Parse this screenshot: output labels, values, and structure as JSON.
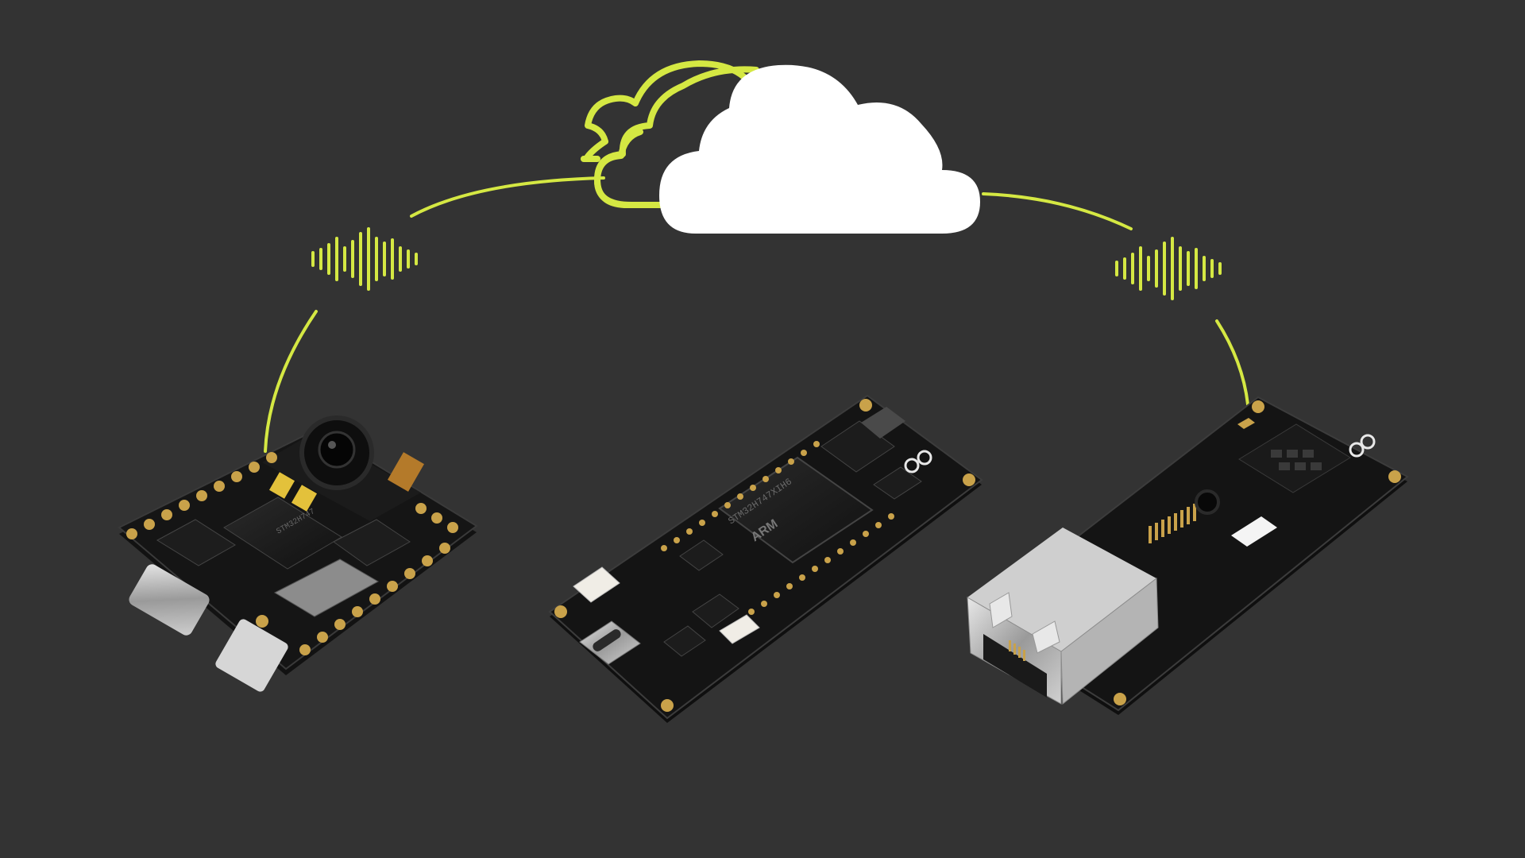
{
  "colors": {
    "background": "#333333",
    "accent": "#D5E843",
    "cloud": "#FFFFFF",
    "pcb": "#151515",
    "gold": "#C9A24A"
  },
  "scene": {
    "cloud_icon": "cloud-icon",
    "wave_icon": "radio-waveform-icon",
    "boards": [
      {
        "id": "left",
        "icon": "microcontroller-board-with-camera"
      },
      {
        "id": "center",
        "icon": "microcontroller-board-usb-c"
      },
      {
        "id": "right",
        "icon": "ethernet-carrier-board"
      }
    ],
    "chip_marking_left": "STM32H747",
    "chip_marking_center": "STM32H747XIH6",
    "brand_mark_center": "ARM"
  }
}
